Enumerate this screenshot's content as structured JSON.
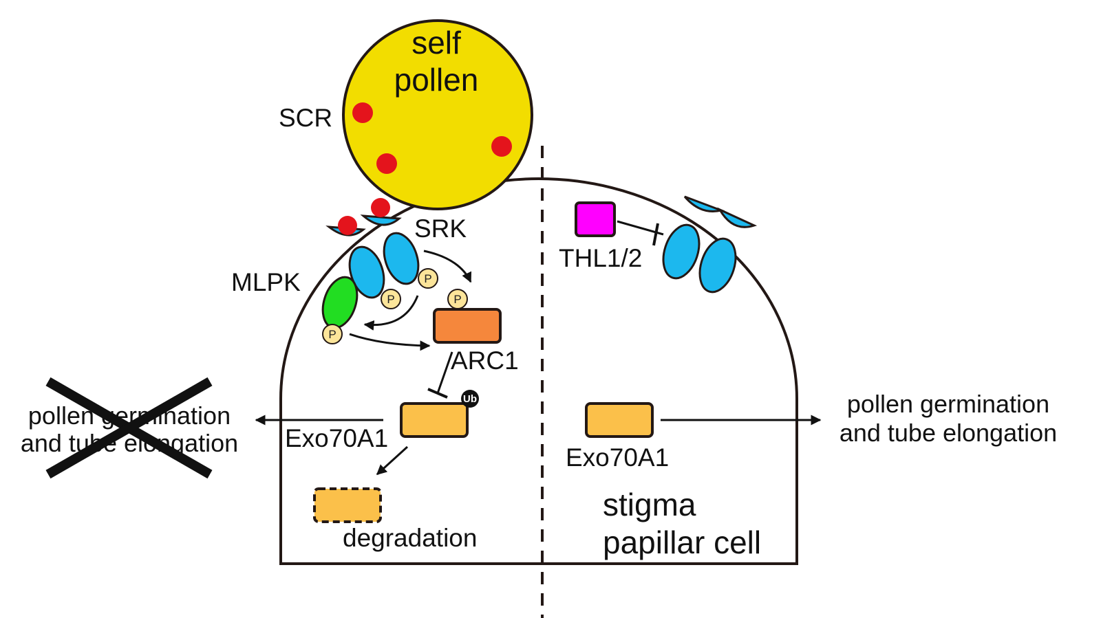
{
  "labels": {
    "pollen_line1": "self",
    "pollen_line2": "pollen",
    "scr": "SCR",
    "srk": "SRK",
    "mlpk": "MLPK",
    "arc1": "ARC1",
    "exo_left": "Exo70A1",
    "degradation": "degradation",
    "thl": "THL1/2",
    "exo_right": "Exo70A1",
    "cell_line1": "stigma",
    "cell_line2": "papillar cell",
    "left_out_line1": "pollen germination",
    "left_out_line2": "and tube elongation",
    "right_out_line1": "pollen germination",
    "right_out_line2": "and tube elongation",
    "phospho": "P",
    "ubiquitin": "Ub"
  },
  "colors": {
    "pollen": "#f2dd00",
    "scr": "#e4141c",
    "srk": "#1cb8ee",
    "mlpk": "#22dd22",
    "arc1": "#f5873c",
    "exo70a1": "#fbc04a",
    "thl": "#ff00ff",
    "phospho": "#fce59a",
    "ubiquitin": "#111111"
  }
}
